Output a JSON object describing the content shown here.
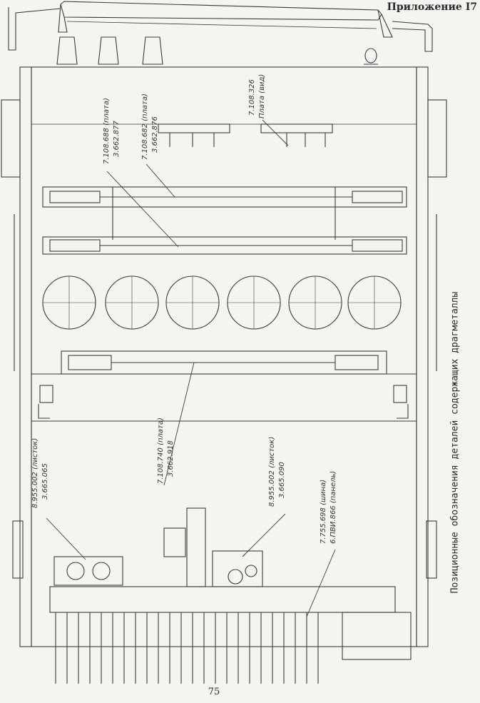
{
  "header": {
    "appendix": "Приложение I7"
  },
  "footer": {
    "page_number": "75"
  },
  "caption": "Позиционные обозначения деталей содержащих драгметаллы",
  "labels": {
    "top_a_1": "7.108.688 (плата)",
    "top_a_2": "3.662.877",
    "top_b_1": "7.108.682 (плата)",
    "top_b_2": "3.662.876",
    "top_c_1": "7.108.326",
    "top_c_2": "Плата (вид)",
    "mid_1": "7.108.740 (плата)",
    "mid_2": "3.662.918",
    "low_a_1": "8.955.002 (листок)",
    "low_a_2": "3.665.065",
    "low_b_1": "8.955.002 (листок)",
    "low_b_2": "3.665.090",
    "low_c_1": "7.755.698 (шина)",
    "low_c_2": "6.ПВИ.866 (панель)"
  }
}
